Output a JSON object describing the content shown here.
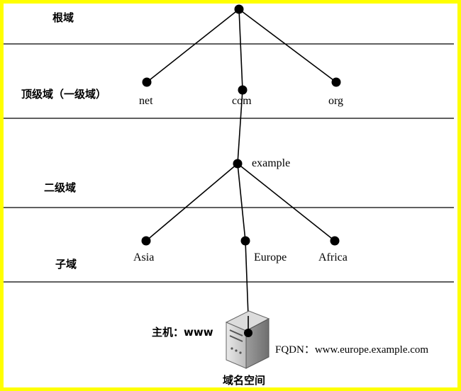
{
  "frame_color": "#ffff00",
  "levels": {
    "root": "根域",
    "top_level": "顶级域（一级域）",
    "second_level": "二级域",
    "sub": "子域"
  },
  "nodes": {
    "net": "net",
    "com": "com",
    "org": "org",
    "example": "example",
    "asia": "Asia",
    "europe": "Europe",
    "africa": "Africa"
  },
  "host": {
    "label": "主机：www",
    "fqdn": "FQDN：www.europe.example.com",
    "caption": "域名空间"
  },
  "icons": {
    "server": "server-icon"
  }
}
